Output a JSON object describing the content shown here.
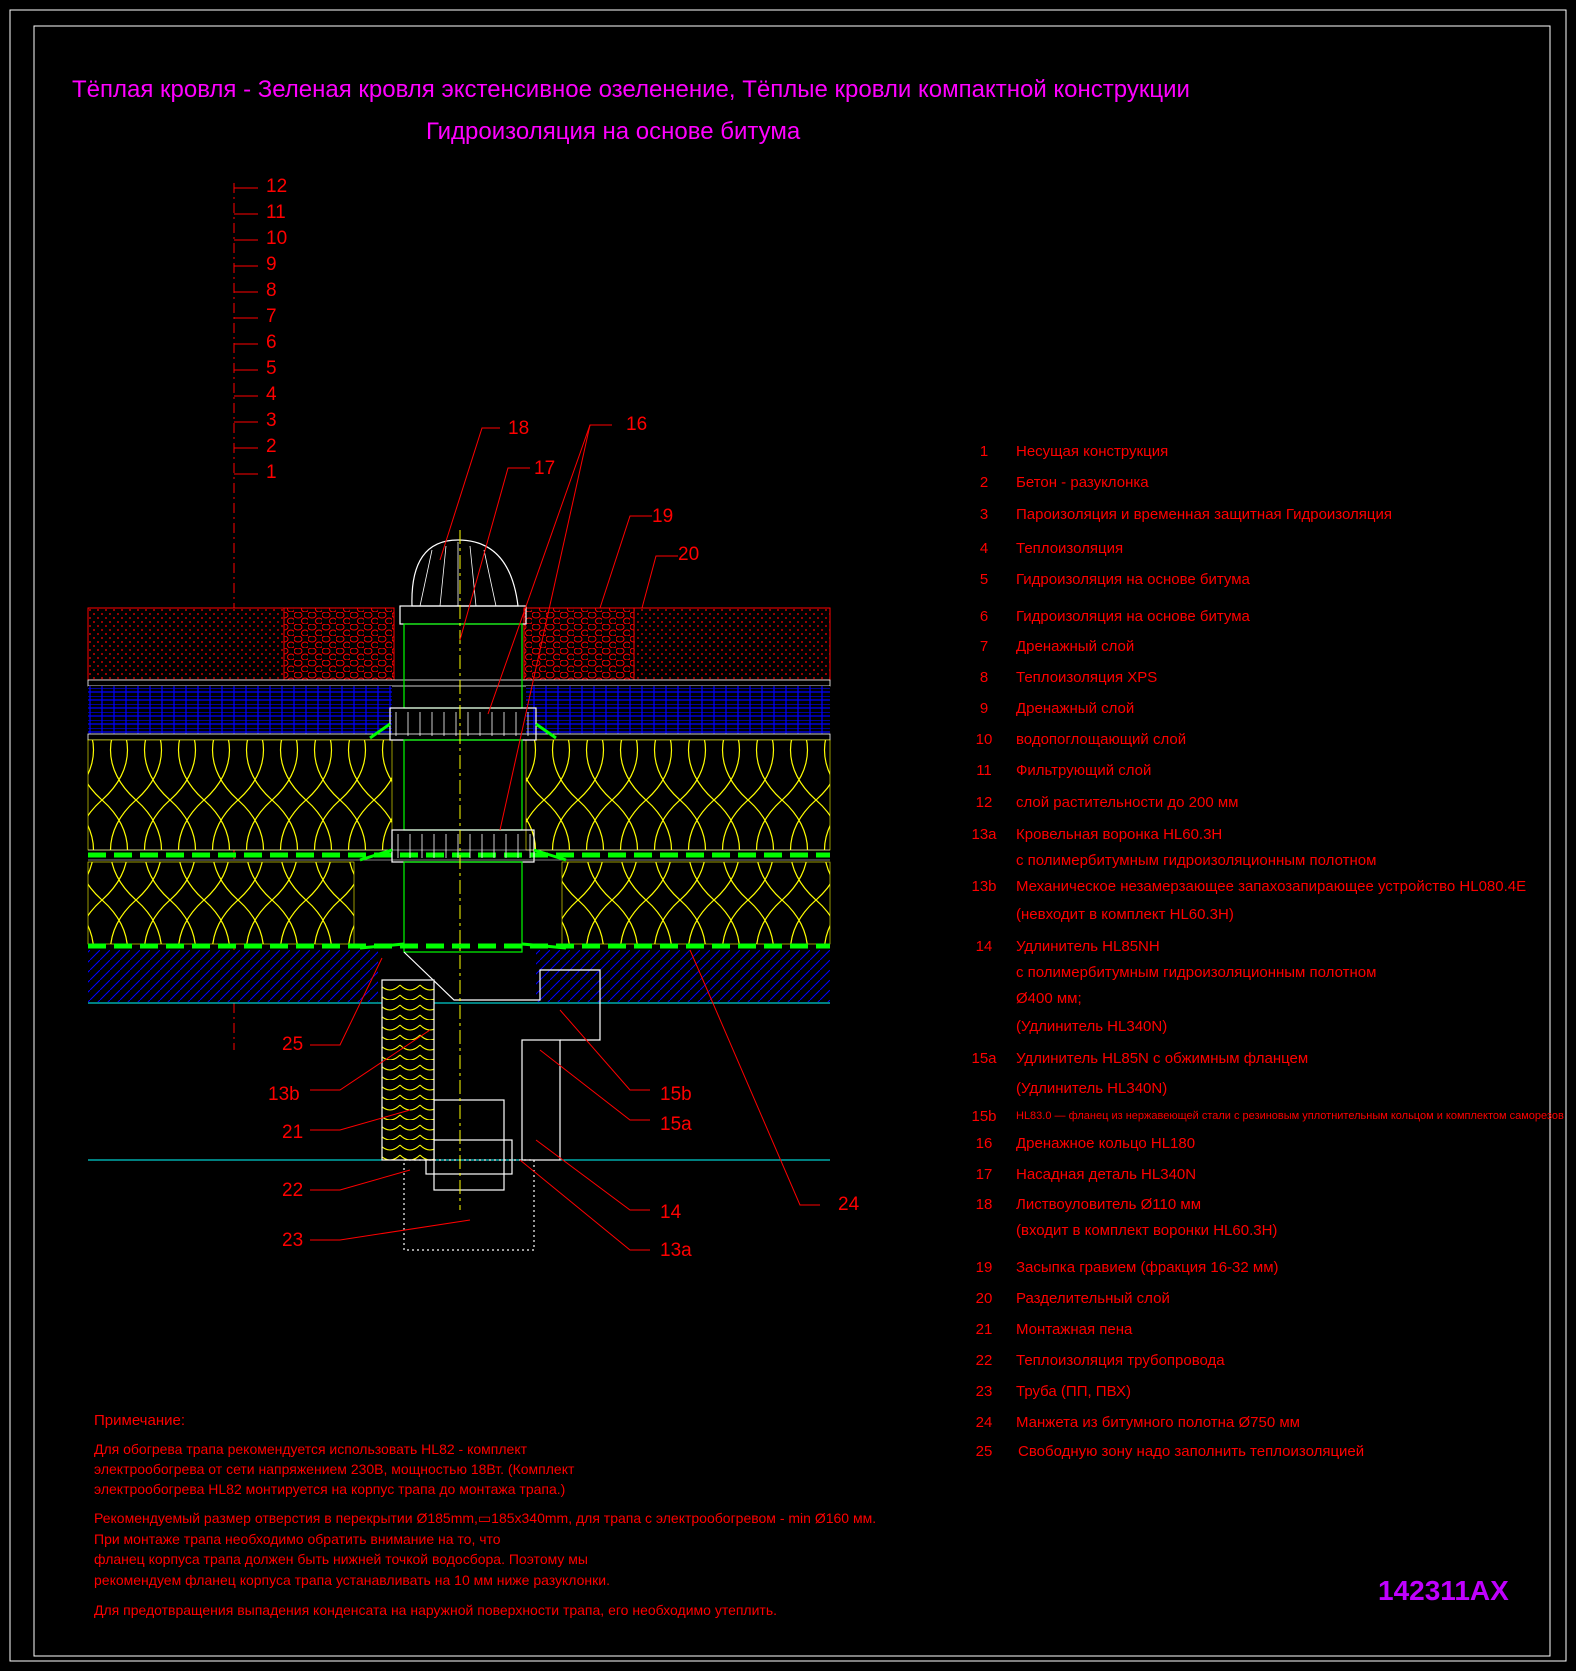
{
  "title_line1": "Тёплая кровля - Зеленая кровля экстенсивное озеленение, Тёплые кровли компактной конструкции",
  "title_line2": "Гидроизоляция на основе битума",
  "drawing_code": "142311AX",
  "layer_numbers": [
    "12",
    "11",
    "10",
    "9",
    "8",
    "7",
    "6",
    "5",
    "4",
    "3",
    "2",
    "1"
  ],
  "callouts": {
    "c18": "18",
    "c17": "17",
    "c16": "16",
    "c19": "19",
    "c20": "20",
    "c25": "25",
    "c13b": "13b",
    "c21": "21",
    "c22": "22",
    "c23": "23",
    "c15b": "15b",
    "c15a": "15a",
    "c14": "14",
    "c13a": "13a",
    "c24": "24"
  },
  "legend": [
    {
      "num": "1",
      "text": "Несущая конструкция"
    },
    {
      "num": "2",
      "text": "Бетон - разуклонка"
    },
    {
      "num": "3",
      "text": "Пароизоляция и временная защитная Гидроизоляция"
    },
    {
      "num": "4",
      "text": "Теплоизоляция"
    },
    {
      "num": "5",
      "text": "Гидроизоляция на основе битума"
    },
    {
      "num": "6",
      "text": "Гидроизоляция на основе битума"
    },
    {
      "num": "7",
      "text": "Дренажный слой"
    },
    {
      "num": "8",
      "text": "Теплоизоляция XPS"
    },
    {
      "num": "9",
      "text": "Дренажный слой"
    },
    {
      "num": "10",
      "text": "водопоглощающий слой"
    },
    {
      "num": "11",
      "text": "Фильтрующий слой"
    },
    {
      "num": "12",
      "text": "слой растительности до 200 мм"
    },
    {
      "num": "13a",
      "text": "Кровельная воронка HL60.3H"
    },
    {
      "num": "",
      "text": "с полимербитумным гидроизоляционным полотном"
    },
    {
      "num": "13b",
      "text": "Механическое незамерзающее запахозапирающее устройство HL080.4E"
    },
    {
      "num": "",
      "text": "(невходит в комплект HL60.3H)"
    },
    {
      "num": "14",
      "text": "Удлинитель HL85NH"
    },
    {
      "num": "",
      "text": " с полимербитумным гидроизоляционным полотном"
    },
    {
      "num": "",
      "text": "Ø400 мм;"
    },
    {
      "num": "",
      "text": "(Удлинитель HL340N)"
    },
    {
      "num": "15a",
      "text": "Удлинитель HL85N с обжимным фланцем"
    },
    {
      "num": "",
      "text": "(Удлинитель HL340N)"
    },
    {
      "num": "15b",
      "text": "HL83.0 — фланец из нержавеющей стали с резиновым уплотнительным кольцом и комплектом саморезов"
    },
    {
      "num": "16",
      "text": "Дренажное кольцо HL180"
    },
    {
      "num": "17",
      "text": "Насадная деталь HL340N"
    },
    {
      "num": "18",
      "text": "Листвоуловитель Ø110 мм"
    },
    {
      "num": "",
      "text": "(входит в комплект воронки HL60.3H)"
    },
    {
      "num": "19",
      "text": "Засыпка гравием (фракция 16-32 мм)"
    },
    {
      "num": "20",
      "text": "Разделительный слой"
    },
    {
      "num": "21",
      "text": "Монтажная пена"
    },
    {
      "num": "22",
      "text": "Теплоизоляция трубопровода"
    },
    {
      "num": "23",
      "text": "Труба (ПП, ПВХ)"
    },
    {
      "num": "24",
      "text": "Манжета из битумного полотна Ø750 мм"
    },
    {
      "num": "25",
      "text": "Свободную зону надо заполнить теплоизоляцией"
    }
  ],
  "note": {
    "title": "Примечание:",
    "lines": [
      "Для обогрева трапа рекомендуется использовать HL82 - комплект",
      "электрообогрева от сети напряжением 230В, мощностью 18Вт. (Комплект",
      "электрообогрева HL82 монтируется на корпус трапа до монтажа трапа.)",
      "Рекомендуемый размер отверстия в перекрытии Ø185mm,▭185x340mm, для трапа с электрообогревом - min Ø160 мм.",
      "При монтаже трапа необходимо обратить внимание на то, что",
      "фланец корпуса трапа должен быть нижней точкой водосбора. Поэтому мы",
      "рекомендуем фланец корпуса трапа устанавливать на 10 мм ниже разуклонки.",
      "Для предотвращения выпадения конденсата на наружной поверхности трапа, его необходимо утеплить."
    ]
  },
  "colors": {
    "frame": "#ffffff",
    "title": "#ff00ff",
    "text": "#ff0000",
    "code": "#c000ff",
    "soil": "#ff0000",
    "gravel": "#ff0000",
    "xps": "#0000ff",
    "insulation": "#ffff00",
    "membrane": "#00ff00",
    "concrete": "#0000ff",
    "slab_line": "#00ffff"
  }
}
